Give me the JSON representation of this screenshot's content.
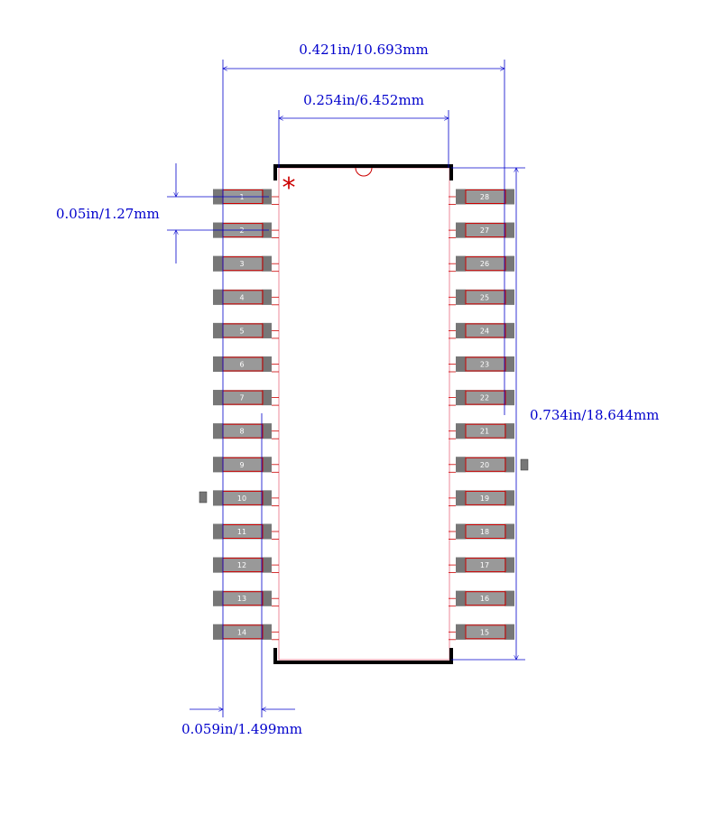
{
  "dimensions": {
    "overall_width": "0.421in/10.693mm",
    "body_width": "0.254in/6.452mm",
    "pitch": "0.05in/1.27mm",
    "pad_length": "0.059in/1.499mm",
    "height": "0.734in/18.644mm"
  },
  "pin1_marker": "*",
  "left_pins": [
    "1",
    "2",
    "3",
    "4",
    "5",
    "6",
    "7",
    "8",
    "9",
    "10",
    "11",
    "12",
    "13",
    "14"
  ],
  "right_pins": [
    "28",
    "27",
    "26",
    "25",
    "24",
    "23",
    "22",
    "21",
    "20",
    "19",
    "18",
    "17",
    "16",
    "15"
  ],
  "colors": {
    "dimension": "#0000cc",
    "outline": "#000000",
    "pad_fill": "#999999",
    "pad_dark": "#777777",
    "pad_stroke": "#cc0000",
    "silk": "#cc0000",
    "pin_text": "#ffffff"
  }
}
